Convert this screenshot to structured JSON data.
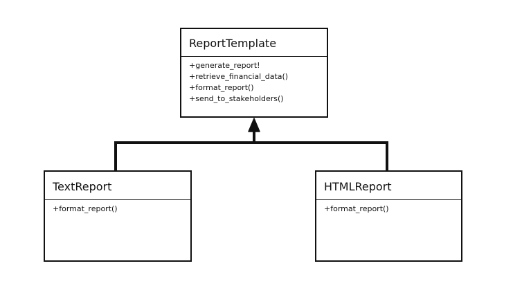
{
  "classes": {
    "report_template": {
      "name": "ReportTemplate",
      "methods": [
        "+generate_report!",
        "+retrieve_financial_data()",
        "+format_report()",
        "+send_to_stakeholders()"
      ]
    },
    "text_report": {
      "name": "TextReport",
      "methods": [
        "+format_report()"
      ]
    },
    "html_report": {
      "name": "HTMLReport",
      "methods": [
        "+format_report()"
      ]
    }
  },
  "relationships": [
    {
      "type": "inheritance",
      "from": "TextReport",
      "to": "ReportTemplate"
    },
    {
      "type": "inheritance",
      "from": "HTMLReport",
      "to": "ReportTemplate"
    }
  ]
}
